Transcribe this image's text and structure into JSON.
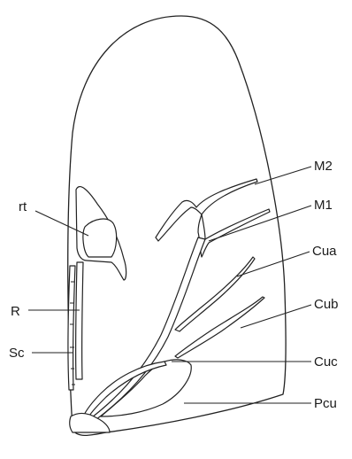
{
  "labels": {
    "rt": "rt",
    "r": "R",
    "sc": "Sc",
    "m2": "M2",
    "m1": "M1",
    "cua": "Cua",
    "cub": "Cub",
    "cuc": "Cuc",
    "pcu": "Pcu"
  }
}
